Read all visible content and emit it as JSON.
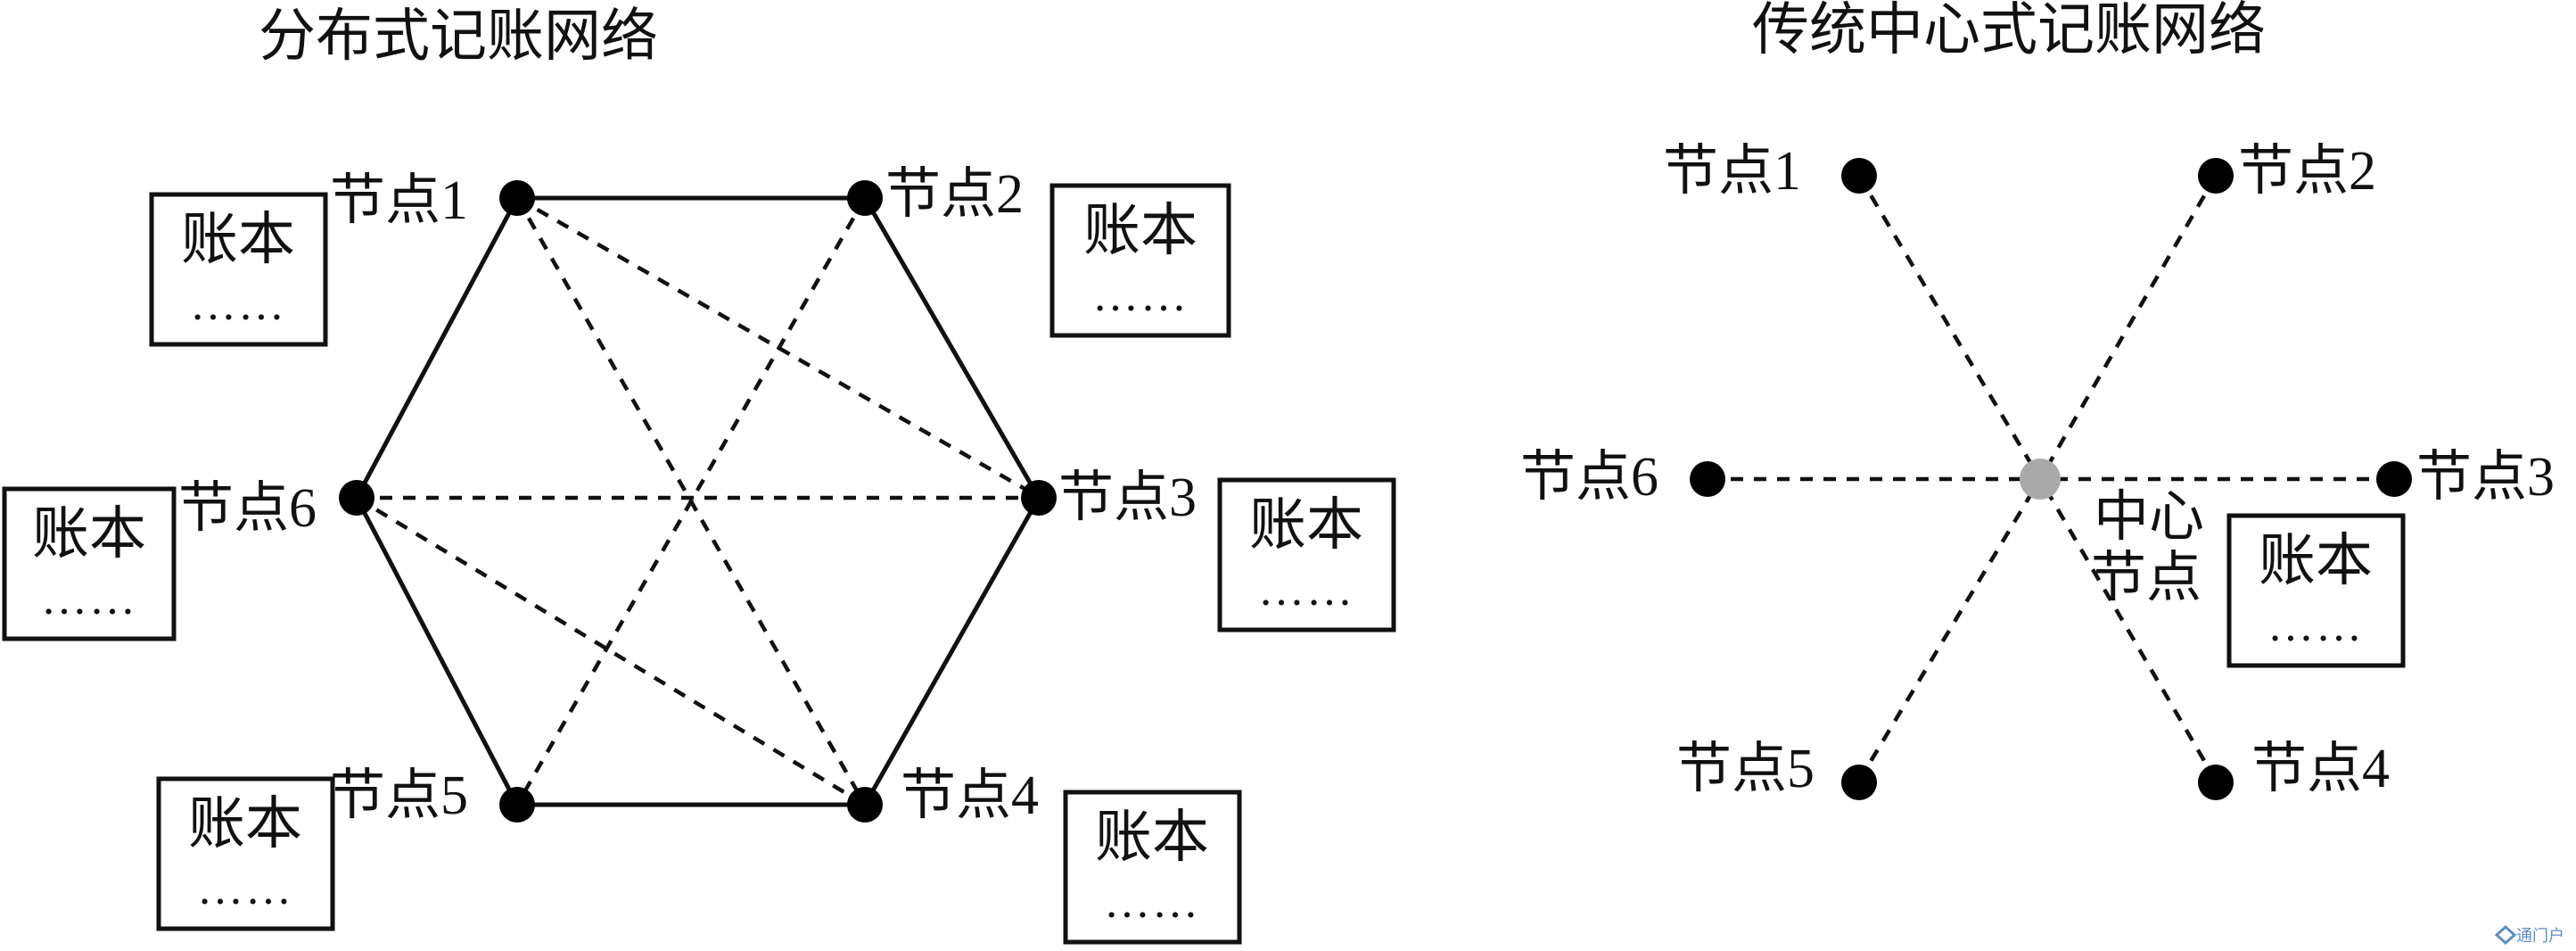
{
  "left_title": "分布式记账网络",
  "right_title": "传统中心式记账网络",
  "left_nodes": [
    {
      "label": "节点1"
    },
    {
      "label": "节点2"
    },
    {
      "label": "节点3"
    },
    {
      "label": "节点4"
    },
    {
      "label": "节点5"
    },
    {
      "label": "节点6"
    }
  ],
  "right_nodes": [
    {
      "label": "节点1"
    },
    {
      "label": "节点2"
    },
    {
      "label": "节点3"
    },
    {
      "label": "节点4"
    },
    {
      "label": "节点5"
    },
    {
      "label": "节点6"
    }
  ],
  "center_label_line1": "中心",
  "center_label_line2": "节点",
  "ledger": {
    "title": "账本",
    "dots": "……"
  },
  "watermark": "通门户",
  "colors": {
    "node": "#000000",
    "center_node": "#a9a9a9",
    "line": "#111111"
  }
}
